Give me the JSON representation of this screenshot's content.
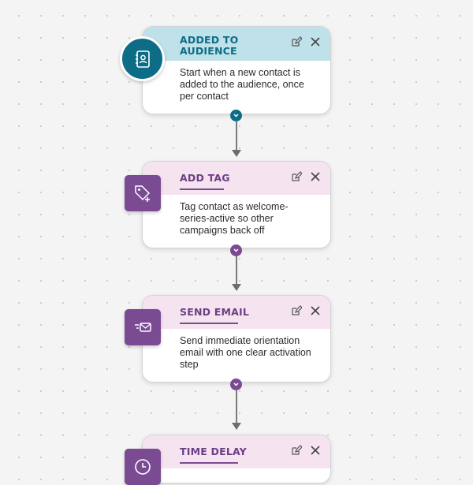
{
  "colors": {
    "trigger_accent": "#0e6d86",
    "trigger_header_bg": "#bfe1e9",
    "action_accent": "#7a4b93",
    "action_header_bg": "#f6e3f0",
    "trigger_title": "#0e6d86",
    "action_title": "#6a3f86"
  },
  "nodes": [
    {
      "title_line1": "ADDED TO",
      "title_line2": "AUDIENCE",
      "description": "Start when a new contact is added to the audience, once per contact",
      "icon": "contact-book-icon"
    },
    {
      "title_line1": "ADD TAG",
      "description": "Tag contact as welcome-series-active so other campaigns back off",
      "icon": "tag-add-icon"
    },
    {
      "title_line1": "SEND EMAIL",
      "description": "Send immediate orientation email with one clear activation step",
      "icon": "send-email-icon"
    },
    {
      "title_line1": "TIME DELAY",
      "description": "",
      "icon": "clock-icon"
    }
  ]
}
